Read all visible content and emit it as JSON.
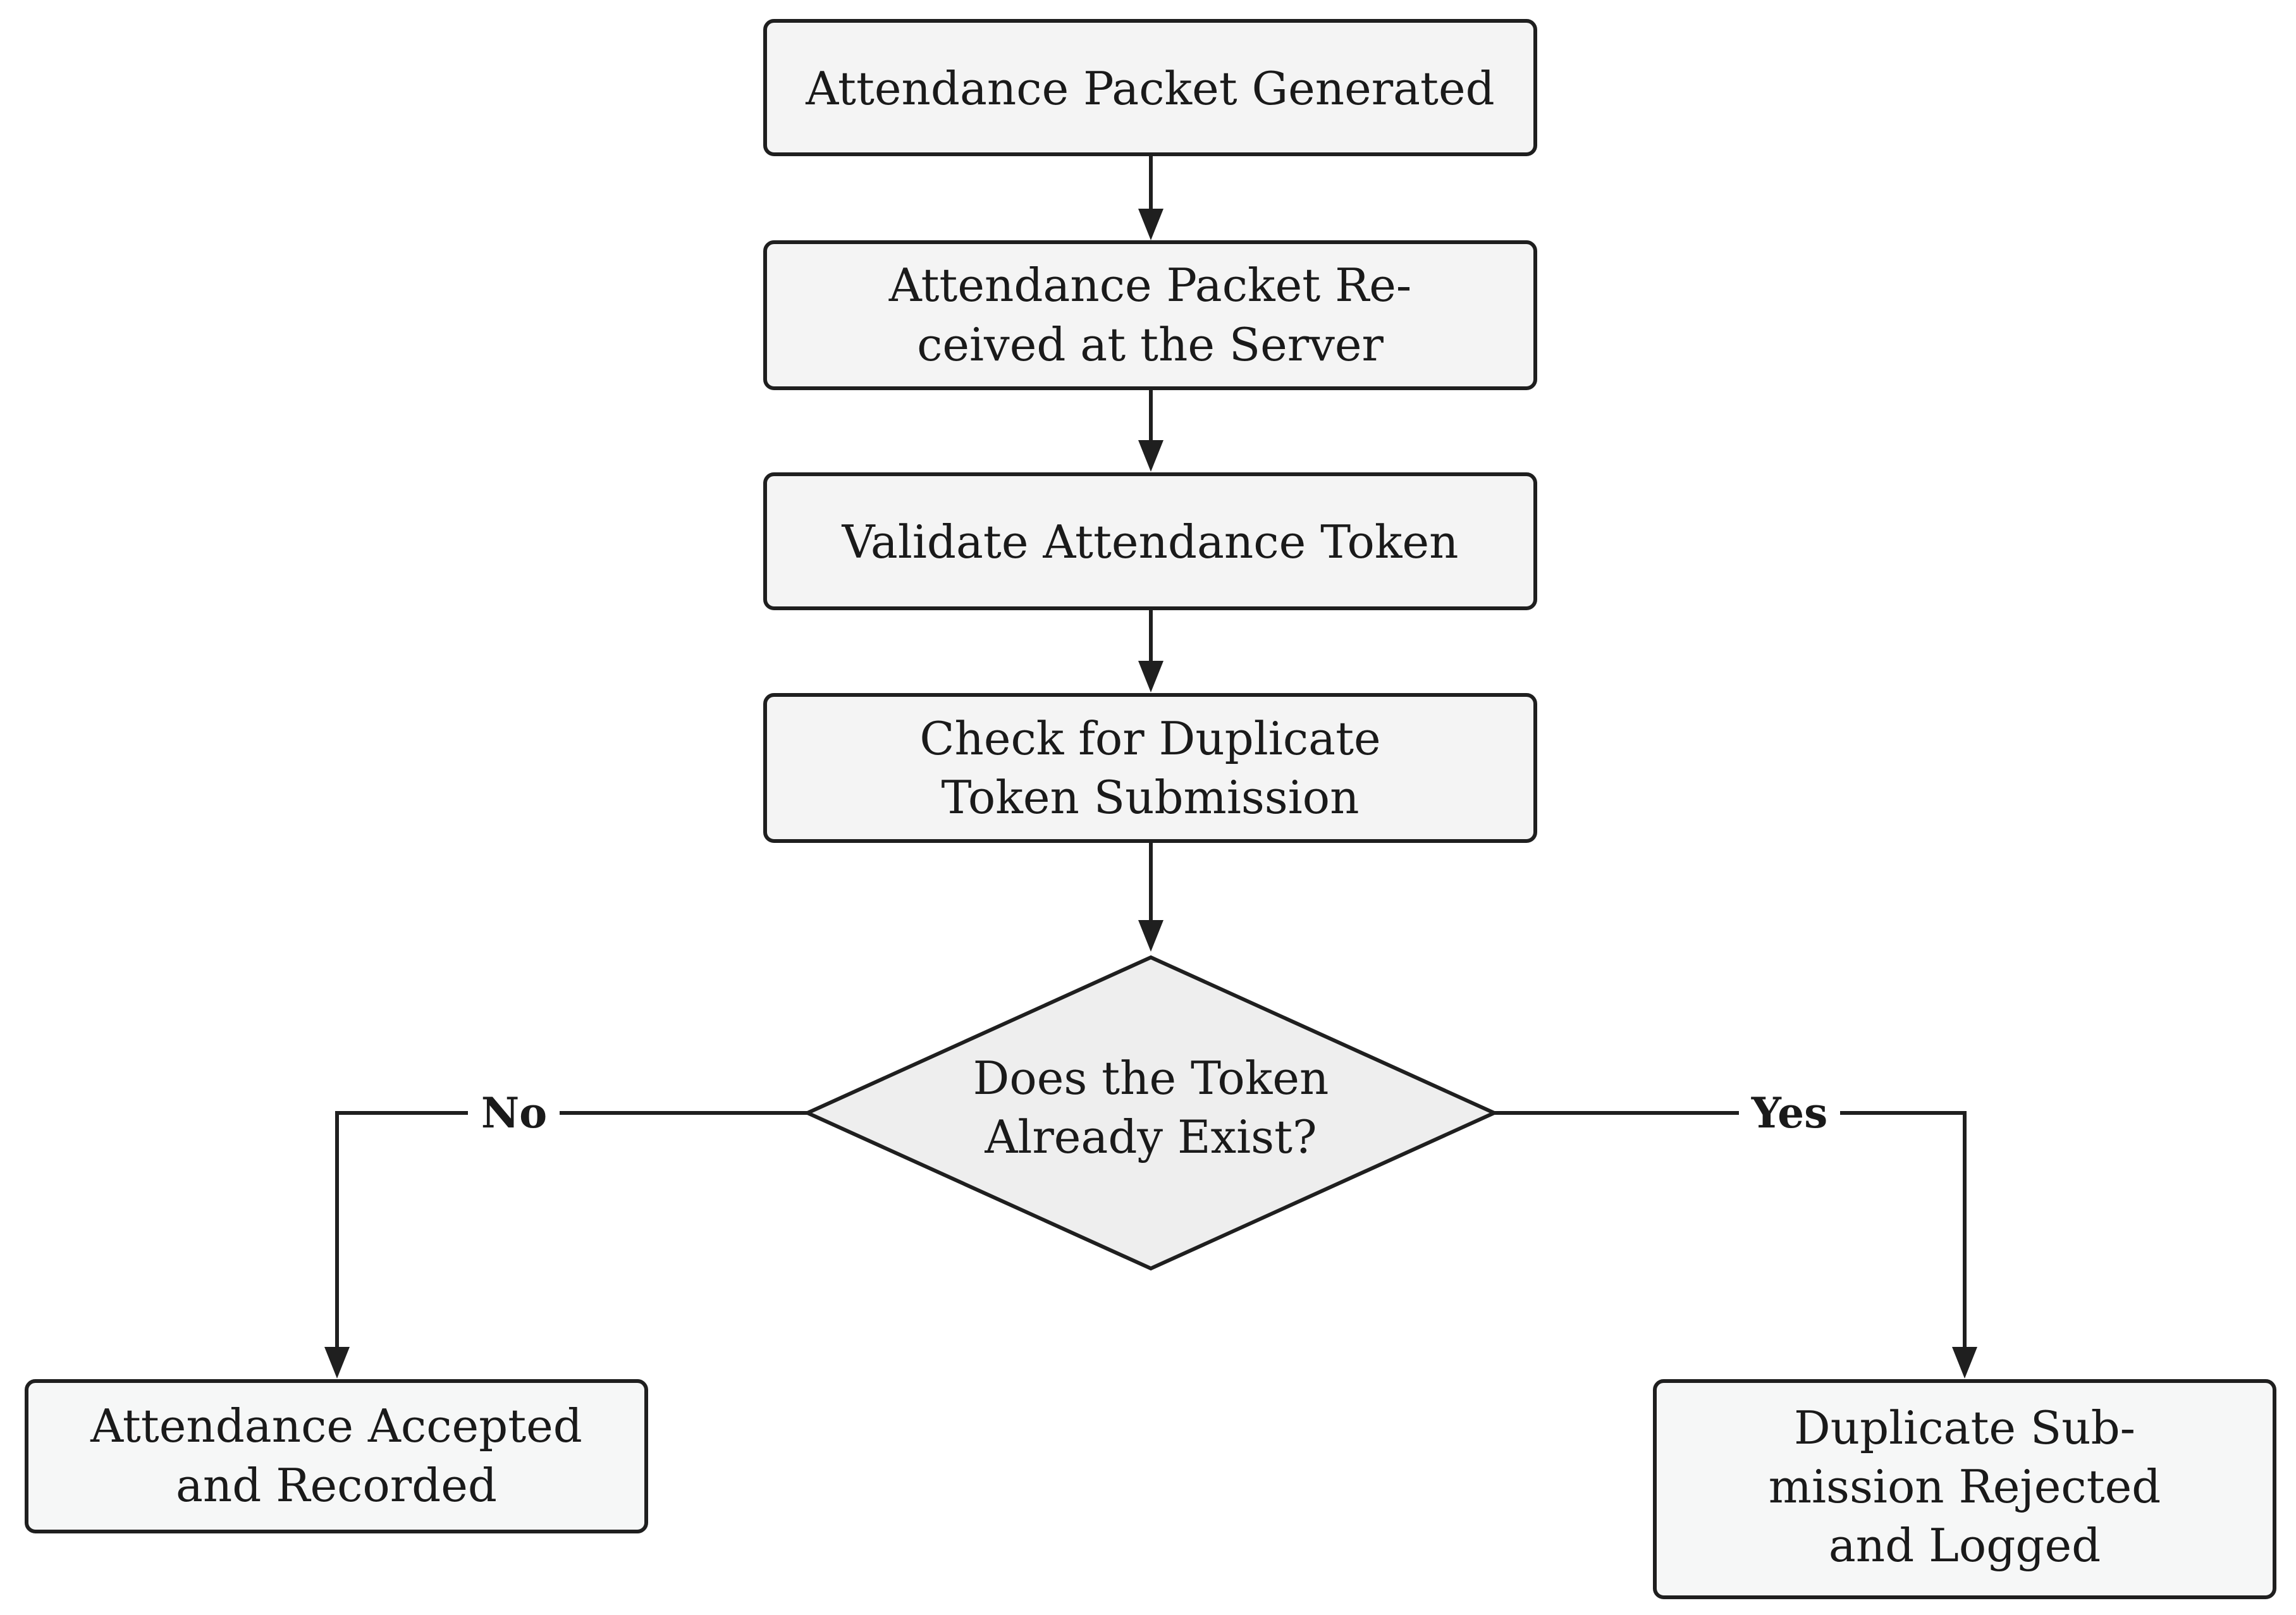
{
  "diagram": {
    "nodes": {
      "packet_generated": {
        "lines": [
          "Attendance Packet Generated"
        ]
      },
      "packet_received": {
        "lines": [
          "Attendance Packet Re-",
          "ceived at the Server"
        ]
      },
      "validate_token": {
        "lines": [
          "Validate Attendance Token"
        ]
      },
      "check_duplicate": {
        "lines": [
          "Check for Duplicate",
          "Token Submission"
        ]
      },
      "token_exists": {
        "lines": [
          "Does the Token",
          "Already Exist?"
        ]
      },
      "accepted": {
        "lines": [
          "Attendance Accepted",
          "and Recorded"
        ]
      },
      "rejected": {
        "lines": [
          "Duplicate Sub-",
          "mission Rejected",
          "and Logged"
        ]
      }
    },
    "edges": {
      "no_label": "No",
      "yes_label": "Yes"
    }
  },
  "colors": {
    "box_fill": "#f4f4f4",
    "diamond_fill": "#eeeeee",
    "terminal_fill": "#f6f7f7",
    "stroke": "#1f1f1f",
    "text": "#1a1a1a"
  }
}
